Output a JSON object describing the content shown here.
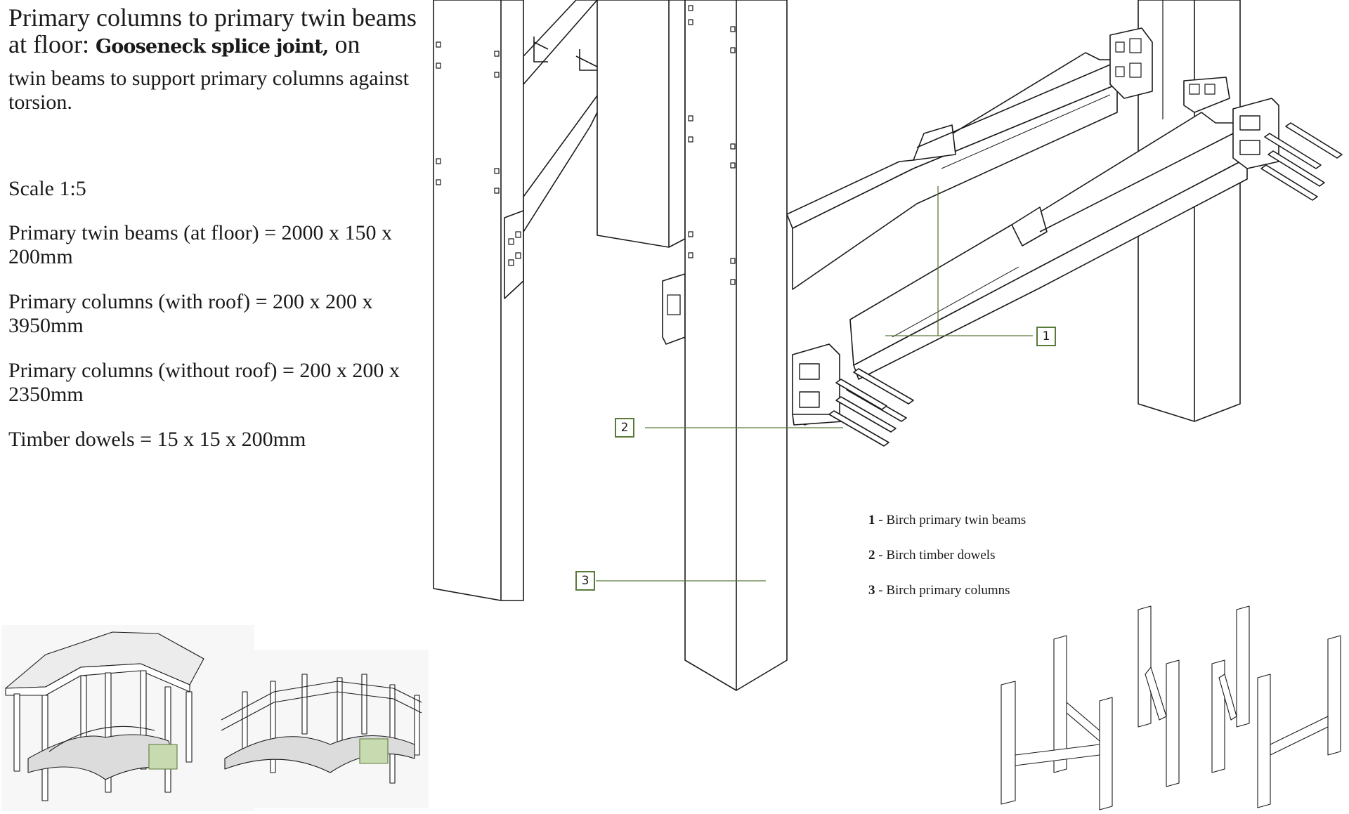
{
  "heading": {
    "title_line": "Primary columns to primary twin beams at floor:",
    "joint_name": "Gooseneck splice joint,",
    "joint_tail": "on",
    "description": "twin beams to support primary columns against torsion."
  },
  "specs": [
    "Scale 1:5",
    "Primary twin beams (at floor) = 2000 x 150 x 200mm",
    "Primary columns (with roof) = 200 x 200 x 3950mm",
    "Primary columns (without roof) = 200 x 200 x 2350mm",
    "Timber dowels = 15 x 15 x 200mm"
  ],
  "callouts": [
    "1",
    "2",
    "3"
  ],
  "legend": [
    {
      "num": "1",
      "text": "Birch primary twin beams"
    },
    {
      "num": "2",
      "text": "Birch timber dowels"
    },
    {
      "num": "3",
      "text": "Birch primary columns"
    }
  ],
  "colors": {
    "line": "#1a1a1a",
    "leader": "#5a7a3a",
    "highlight": "#c8dbb0"
  }
}
